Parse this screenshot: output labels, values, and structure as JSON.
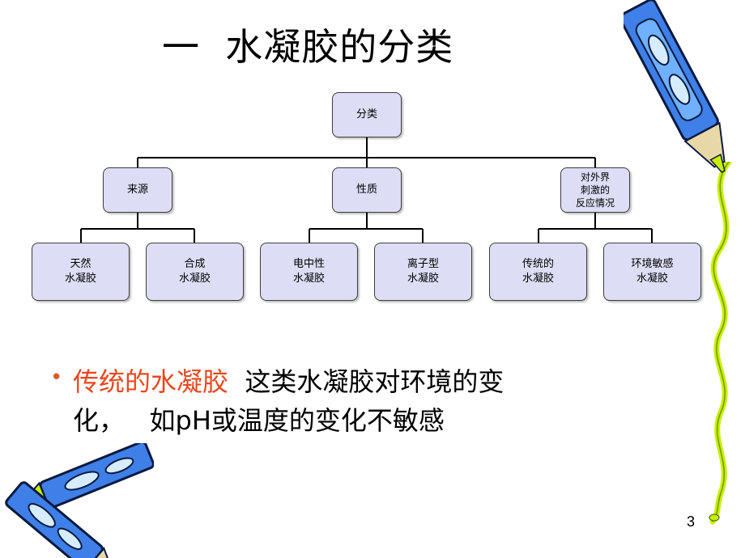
{
  "slide": {
    "title": "一  水凝胶的分类",
    "page_number": "3"
  },
  "tree": {
    "root": "分类",
    "level1": [
      "来源",
      "性质",
      "对外界\n刺激的\n反应情况"
    ],
    "level2": [
      "天然\n水凝胶",
      "合成\n水凝胶",
      "电中性\n水凝胶",
      "离子型\n水凝胶",
      "传统的\n水凝胶",
      "环境敏感\n水凝胶"
    ]
  },
  "bullet": {
    "marker": "•",
    "highlight": "传统的水凝胶",
    "text_line1": "  这类水凝胶对环境的变",
    "text_line2": "化，   如pH或温度的变化不敏感"
  },
  "colors": {
    "node_fill": "#ddddf5",
    "highlight": "#e8481f",
    "crayon_blue": "#3f7fe8",
    "vine_green": "#c8f000"
  },
  "icons": {
    "top_right": "crayon-icon",
    "bottom_left": "crayons-icon",
    "right_edge": "vine-decoration"
  }
}
